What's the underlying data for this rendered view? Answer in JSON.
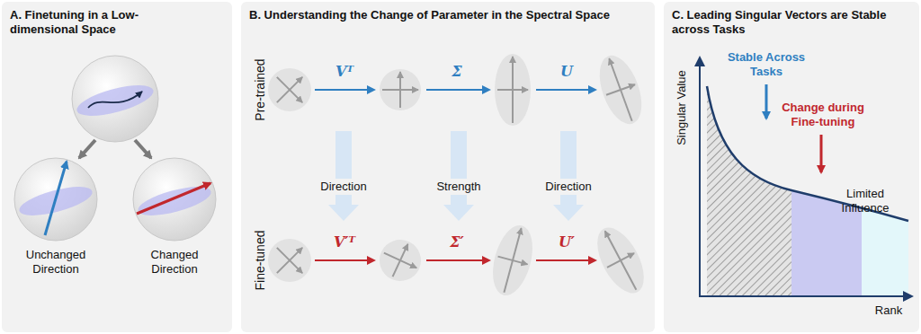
{
  "diagram": {
    "nodes": [
      {
        "text": [
          "A. Finetuning in a Low-dimensional Space"
        ]
      },
      {
        "text": [
          "B. Understanding the Change of Parameter in the Spectral Space"
        ]
      },
      {
        "text": [
          "C. Leading Singular Vectors are Stable across Tasks"
        ]
      }
    ],
    "labels": [
      "Unchanged Direction",
      "Changed Direction",
      "Pre-trained",
      "Vᵀ",
      "Σ",
      "U",
      "Direction",
      "Strength",
      "Direction",
      "Fine-tuned",
      "V′ᵀ",
      "Σ′",
      "U′",
      "Singular Value",
      "Stable Across Tasks",
      "Change during Fine-tuning",
      "Limited Influence",
      "Rank"
    ]
  }
}
